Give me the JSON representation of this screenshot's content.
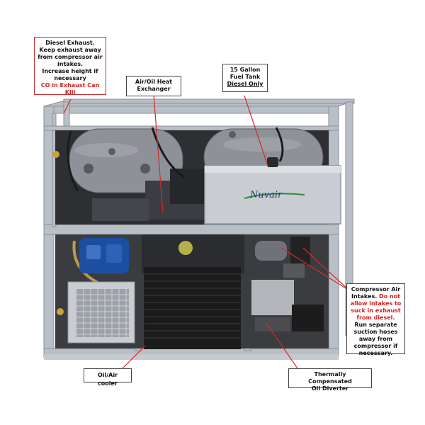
{
  "colors": {
    "frame": "#b9bfc6",
    "tank": "#8e9298",
    "fuel_tank": "#c9ccd0",
    "radiator": "#1b1b1b",
    "compressor_blue": "#1d4fa0",
    "warning_red": "#d21e1e",
    "leader_red": "#d42a2a"
  },
  "brand": {
    "logo_text": "Nuvair"
  },
  "callouts": {
    "diesel_exhaust": {
      "lines": [
        "Diesel Exhaust.",
        "Keep exhaust  away",
        "from compressor air",
        "intakes.",
        "Increase height if",
        "necessary"
      ],
      "warning": "CO in Exhaust Can Kill"
    },
    "heat_exchanger": {
      "lines": [
        "Air/Oil Heat",
        "Exchanger"
      ]
    },
    "fuel_tank": {
      "lines": [
        "15 Gallon",
        "Fuel Tank"
      ],
      "underlined": "Diesel Only"
    },
    "air_intakes": {
      "lines_1": [
        "Compressor Air",
        "Intakes."
      ],
      "warn_1": "Do not",
      "warning_lines": [
        "allow intakes to",
        "suck in exhaust",
        "from diesel."
      ],
      "lines_2": [
        "Run separate",
        "suction hoses",
        "away from",
        "compressor if",
        "necessary."
      ]
    },
    "oil_cooler": {
      "lines": [
        "Oil/Air cooler"
      ]
    },
    "oil_diverter": {
      "lines": [
        "Thermally Compensated",
        "Oil Diverter"
      ]
    }
  }
}
